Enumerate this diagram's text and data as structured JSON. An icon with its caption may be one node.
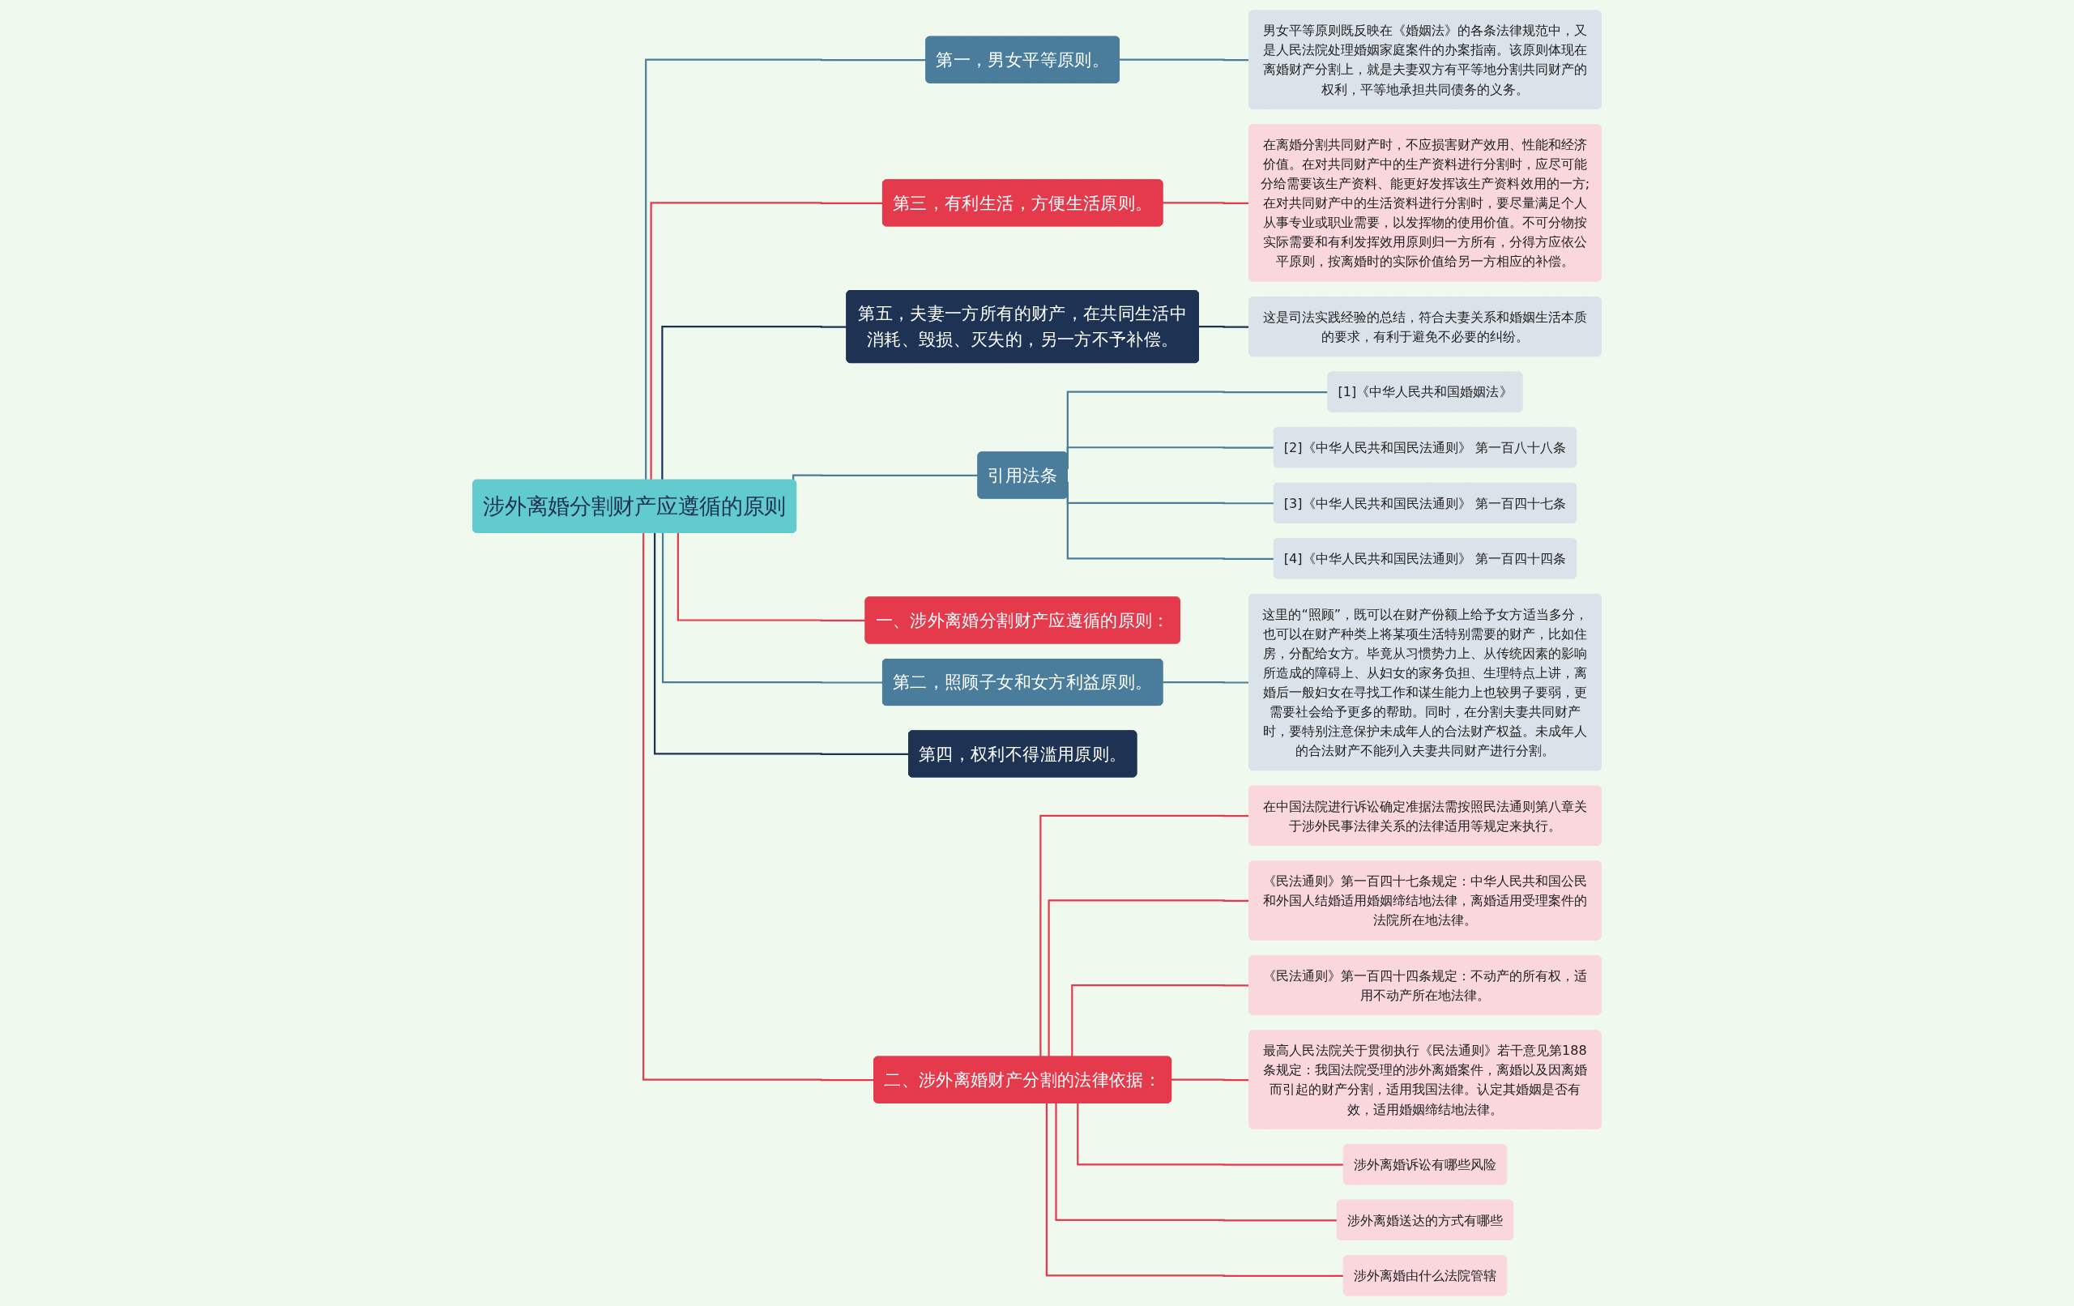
{
  "diagram": {
    "nodes": [
      {
        "text": [
          "涉外离婚分割财产应遵循的原则"
        ]
      },
      {
        "text": [
          "第一，男女平等原则。"
        ]
      },
      {
        "text": [
          "男女平等原则既反映在《婚姻法》的各条法律规范中，又是人民法院处理婚姻家庭案件的办案指南。该原则体现在离婚财产分割上，就是夫妻双方有平等地分割共同财产的权利，平等地承担共同债务的义务。"
        ]
      },
      {
        "text": [
          "第三，有利生活，方便生活原则。"
        ]
      },
      {
        "text": [
          "在离婚分割共同财产时，不应损害财产效用、性能和经济价值。在对共同财产中的生产资料进行分割时，应尽可能分给需要该生产资料、能更好发挥该生产资料效用的一方;在对共同财产中的生活资料进行分割时，要尽量满足个人从事专业或职业需要，以发挥物的使用价值。不可分物按实际需要和有利发挥效用原则归一方所有，分得方应依公平原则，按离婚时的实际价值给另一方相应的补偿。"
        ]
      },
      {
        "text": [
          "第五，夫妻一方所有的财产，在共同生活中消耗、毁损、灭失的，另一方不予补偿。"
        ]
      },
      {
        "text": [
          "这是司法实践经验的总结，符合夫妻关系和婚姻生活本质的要求，有利于避免不必要的纠纷。"
        ]
      },
      {
        "text": [
          "引用法条"
        ]
      },
      {
        "text": [
          "[1]《中华人民共和国婚姻法》"
        ]
      },
      {
        "text": [
          "[2]《中华人民共和国民法通则》 第一百八十八条"
        ]
      },
      {
        "text": [
          "[3]《中华人民共和国民法通则》 第一百四十七条"
        ]
      },
      {
        "text": [
          "[4]《中华人民共和国民法通则》 第一百四十四条"
        ]
      },
      {
        "text": [
          "一、涉外离婚分割财产应遵循的原则："
        ]
      },
      {
        "text": [
          "第二，照顾子女和女方利益原则。"
        ]
      },
      {
        "text": [
          "这里的“照顾”，既可以在财产份额上给予女方适当多分，也可以在财产种类上将某项生活特别需要的财产，比如住房，分配给女方。毕竟从习惯势力上、从传统因素的影响所造成的障碍上、从妇女的家务负担、生理特点上讲，离婚后一般妇女在寻找工作和谋生能力上也较男子要弱，更需要社会给予更多的帮助。同时，在分割夫妻共同财产时，要特别注意保护未成年人的合法财产权益。未成年人的合法财产不能列入夫妻共同财产进行分割。"
        ]
      },
      {
        "text": [
          "第四，权利不得滥用原则。"
        ]
      },
      {
        "text": [
          "二、涉外离婚财产分割的法律依据："
        ]
      },
      {
        "text": [
          "在中国法院进行诉讼确定准据法需按照民法通则第八章关于涉外民事法律关系的法律适用等规定来执行。"
        ]
      },
      {
        "text": [
          "《民法通则》第一百四十七条规定：中华人民共和国公民和外国人结婚适用婚姻缔结地法律，离婚适用受理案件的法院所在地法律。"
        ]
      },
      {
        "text": [
          "《民法通则》第一百四十四条规定：不动产的所有权，适用不动产所在地法律。"
        ]
      },
      {
        "text": [
          "最高人民法院关于贯彻执行《民法通则》若干意见第188条规定：我国法院受理的涉外离婚案件，离婚以及因离婚而引起的财产分割，适用我国法律。认定其婚姻是否有效，适用婚姻缔结地法律。"
        ]
      },
      {
        "text": [
          "涉外离婚诉讼有哪些风险"
        ]
      },
      {
        "text": [
          "涉外离婚送达的方式有哪些"
        ]
      },
      {
        "text": [
          "涉外离婚由什么法院管辖"
        ]
      }
    ],
    "edges": [
      {
        "from": 0,
        "to": 1,
        "arrow": "none",
        "color": "#4a7d9b"
      },
      {
        "from": 1,
        "to": 2,
        "arrow": "none",
        "color": "#4a7d9b"
      },
      {
        "from": 0,
        "to": 3,
        "arrow": "none"
      },
      {
        "from": 3,
        "to": 4,
        "arrow": "none"
      },
      {
        "from": 0,
        "to": 5,
        "arrow": "none",
        "color": "#1e3354"
      },
      {
        "from": 5,
        "to": 6,
        "arrow": "none",
        "color": "#1e3354"
      },
      {
        "from": 0,
        "to": 7,
        "arrow": "none",
        "color": "#4a7d9b"
      },
      {
        "from": 7,
        "to": 8,
        "arrow": "none",
        "color": "#4a7d9b"
      },
      {
        "from": 7,
        "to": 9,
        "arrow": "none",
        "color": "#4a7d9b"
      },
      {
        "from": 7,
        "to": 10,
        "arrow": "none",
        "color": "#4a7d9b"
      },
      {
        "from": 7,
        "to": 11,
        "arrow": "none",
        "color": "#4a7d9b"
      },
      {
        "from": 0,
        "to": 12,
        "arrow": "none"
      },
      {
        "from": 0,
        "to": 13,
        "arrow": "none",
        "color": "#4a7d9b"
      },
      {
        "from": 13,
        "to": 14,
        "arrow": "none",
        "color": "#4a7d9b"
      },
      {
        "from": 0,
        "to": 15,
        "arrow": "none",
        "color": "#1e3354"
      },
      {
        "from": 0,
        "to": 16,
        "arrow": "none"
      },
      {
        "from": 16,
        "to": 17,
        "arrow": "none"
      },
      {
        "from": 16,
        "to": 18,
        "arrow": "none"
      },
      {
        "from": 16,
        "to": 19,
        "arrow": "none"
      },
      {
        "from": 16,
        "to": 20,
        "arrow": "none"
      },
      {
        "from": 16,
        "to": 21,
        "arrow": "none"
      },
      {
        "from": 16,
        "to": 22,
        "arrow": "none"
      },
      {
        "from": 16,
        "to": 23,
        "arrow": "none"
      }
    ]
  }
}
